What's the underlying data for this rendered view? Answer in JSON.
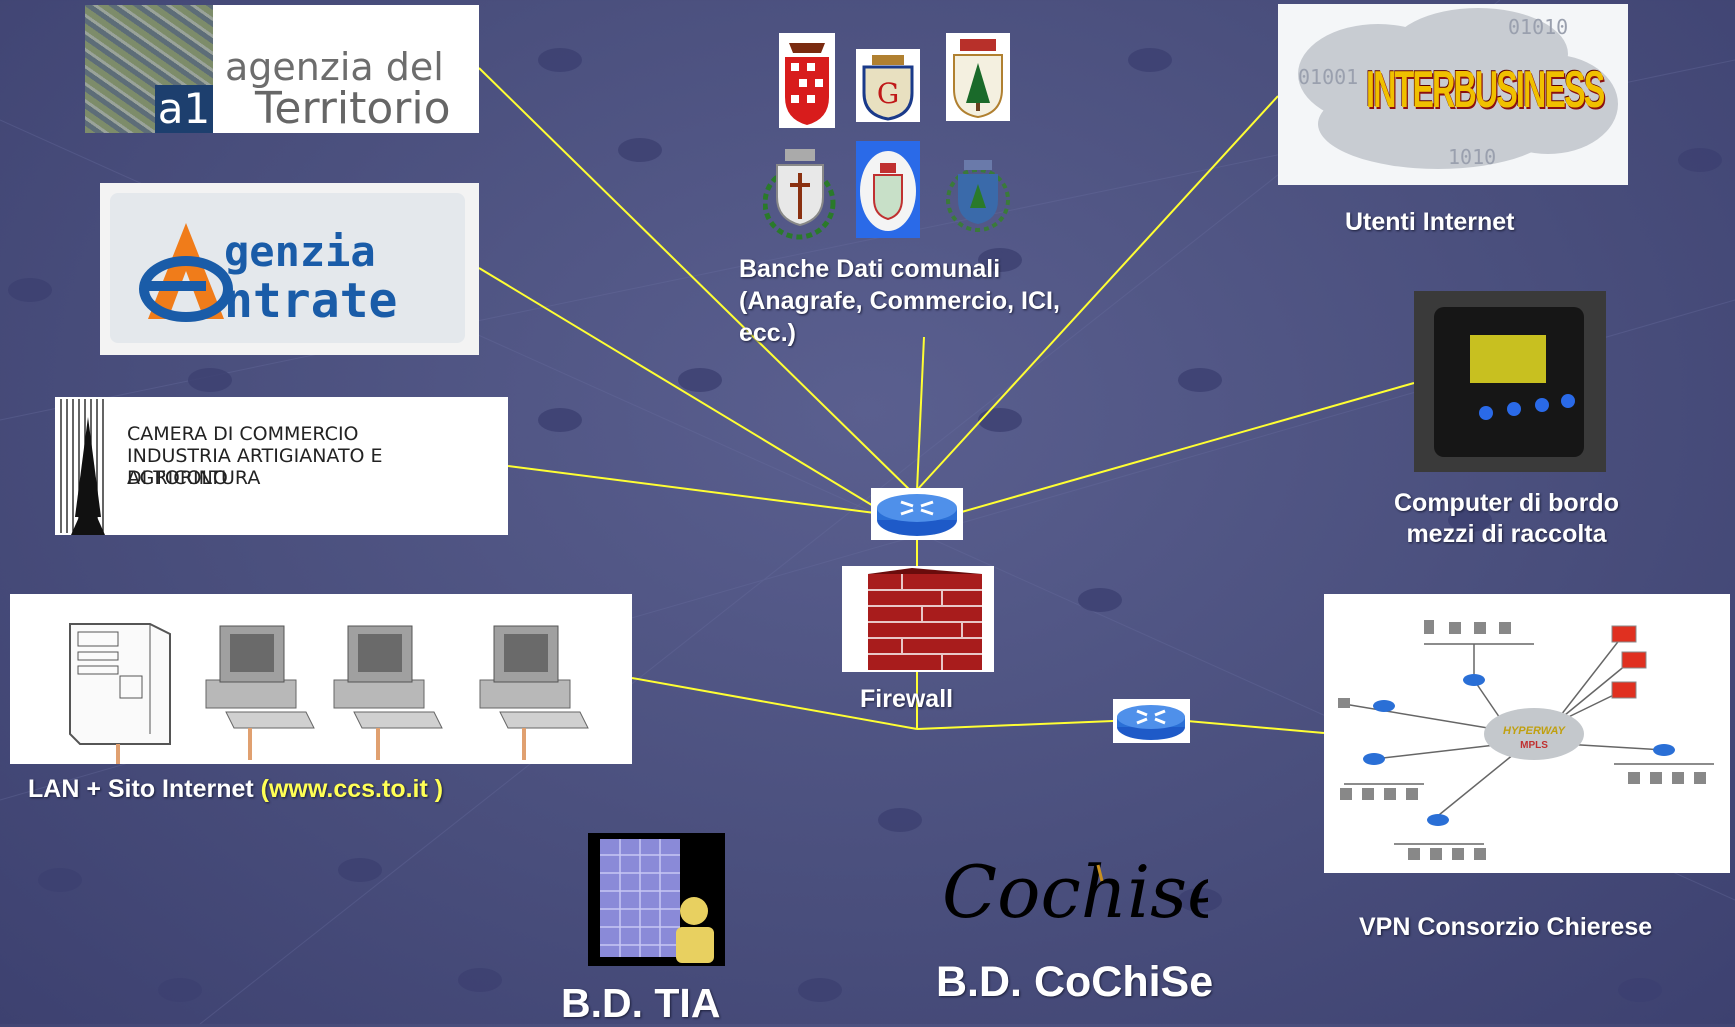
{
  "logos": {
    "territorio_line1": "agenzia del",
    "territorio_line2": "Territorio",
    "territorio_badge": "a1",
    "entrate_line1": "genzia",
    "entrate_line2": "ntrate",
    "camera_line1": "CAMERA DI COMMERCIO",
    "camera_line2": "INDUSTRIA ARTIGIANATO E AGRICOLTURA",
    "camera_line3": "DI TORINO",
    "interbusiness": "INTERBUSINESS",
    "hyperway_line1": "HYPERWAY",
    "hyperway_line2": "MPLS",
    "cochise_script": "Cochise"
  },
  "labels": {
    "banche_line1": "Banche Dati comunali",
    "banche_line2": "(Anagrafe, Commercio, ICI,",
    "banche_line3": "ecc.)",
    "utenti": "Utenti Internet",
    "bordo_line1": "Computer di bordo",
    "bordo_line2": "mezzi di raccolta",
    "firewall": "Firewall",
    "lan_prefix": "LAN + Sito Internet ",
    "lan_url": "(www.ccs.to.it )",
    "vpn": "VPN Consorzio Chierese",
    "bd_tia": "B.D. TIA",
    "bd_cochise": "B.D. CoChiSe"
  },
  "colors": {
    "background": "#4a4f7d",
    "link_line": "#ffff33",
    "label_text": "#ffffff",
    "url_text": "#ffff55",
    "router": "#2a6fd6"
  },
  "icons": [
    "router-icon",
    "firewall-icon",
    "server-icon",
    "desktop-pc-icon",
    "database-user-icon",
    "coat-of-arms-icon",
    "onboard-computer-icon",
    "network-map-icon"
  ]
}
